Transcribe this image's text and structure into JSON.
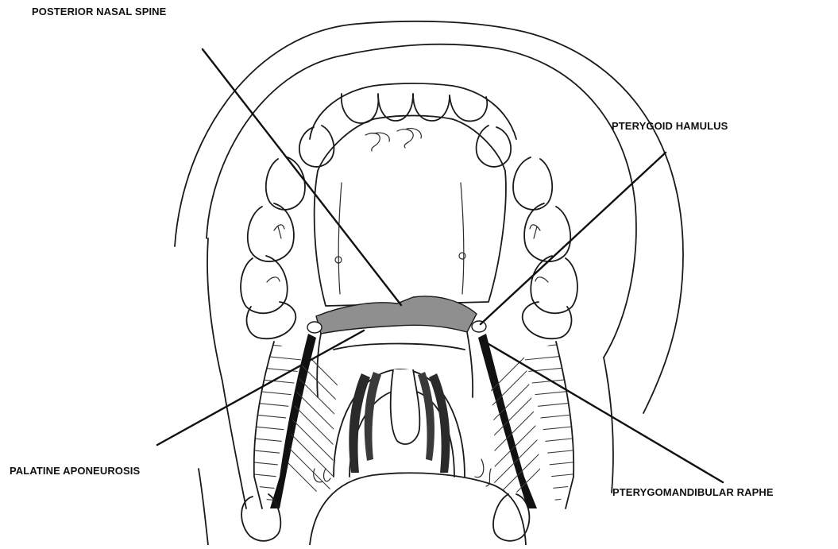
{
  "labels": {
    "posterior_nasal_spine": "POSTERIOR NASAL SPINE",
    "pterygoid_hamulus": "PTERYGOID HAMULUS",
    "palatine_aponeurosis": "PALATINE APONEUROSIS",
    "pterygomandibular_raphe": "PTERYGOMANDIBULAR RAPHE"
  },
  "colors": {
    "aponeurosis_fill": "#8f8f8f",
    "line": "#1a1a1a",
    "background": "#ffffff"
  }
}
